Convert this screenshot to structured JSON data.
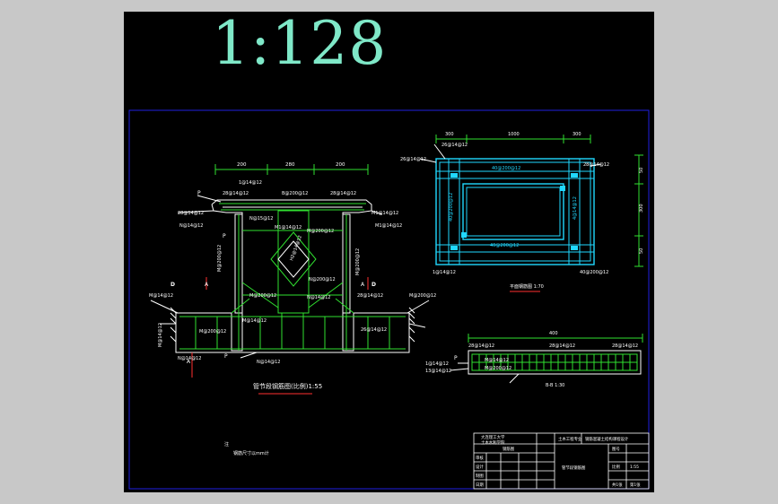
{
  "drawing": {
    "scale": "1:128"
  },
  "section_main": {
    "dims_top": [
      "200",
      "280",
      "200"
    ],
    "labels": {
      "b1": "28@14@12",
      "b2": "B@200@12",
      "b3": "1@14@12",
      "b4": "28@14@12",
      "b5": "28@14@12",
      "b6": "N@14@12",
      "b7": "N@15@12",
      "b8": "M1@14@12",
      "b9": "M1@14@12",
      "b10": "M1@14@12",
      "b11": "M@200@12",
      "b12": "M@200@12",
      "b13": "M@200@12",
      "b14": "N@200@12",
      "b15": "M@200@12",
      "b16": "N@14@12",
      "b17": "M@14@12",
      "b18": "M@200@12",
      "b19": "28@14@12",
      "b20": "M@14@12",
      "b21": "26@14@12",
      "b22": "M@14@12",
      "b23": "H2@14@12",
      "b24": "M@200@12",
      "b25": "N@14@12",
      "b26": "N@14@12"
    },
    "markers": [
      "P",
      "P",
      "D",
      "A",
      "D",
      "A",
      "P",
      "A"
    ],
    "caption": "管节段钢筋图(比例)1:55"
  },
  "plan": {
    "dims_top": [
      "300",
      "1000",
      "300"
    ],
    "dims_right": [
      "50",
      "300",
      "50"
    ],
    "labels": {
      "p1": "26@14@12",
      "p2": "26@14@12",
      "p3": "28@14@12",
      "p4": "40@200@12",
      "p5": "40@200@12",
      "p6": "4@14@12",
      "p7": "40@200@12",
      "p8": "1@14@12",
      "p9": "40@200@12"
    },
    "caption": "平面钢筋图 1:70"
  },
  "section_b": {
    "dims_top": [
      "400"
    ],
    "labels": {
      "s1": "28@14@12",
      "s2": "28@14@12",
      "s3": "28@14@12",
      "s4": "M@14@12",
      "s5": "M@200@12",
      "s6": "1@14@12",
      "s7": "13@14@12"
    },
    "caption": "B-B 1:30"
  },
  "notes": {
    "heading": "注",
    "line1": "钢筋尺寸以mm计"
  },
  "title_block": {
    "cell1": "大连理工大学",
    "cell2": "土木水利学院",
    "cell3": "管节段钢筋图",
    "cell4": "图号",
    "cell5": "比例",
    "cell6": "审核",
    "cell7": "设计",
    "cell8": "制图",
    "cell9": "日期",
    "cell10": "1:55",
    "cell11": "土木工程专业",
    "cell12": "钢筋混凝土结构课程设计",
    "cell13": "钢筋图",
    "cell14": "共1张",
    "cell15": "第1张"
  },
  "colors": {
    "background": "#c8c8c8",
    "sheet": "#000000",
    "scale_text": "#7fe8c8",
    "frame": "#2020e0",
    "structure": "#ffffff",
    "rebar": "#30e030",
    "plan_rebar": "#20d8ff",
    "dimension": "#30e030",
    "marker": "#ff3030"
  }
}
